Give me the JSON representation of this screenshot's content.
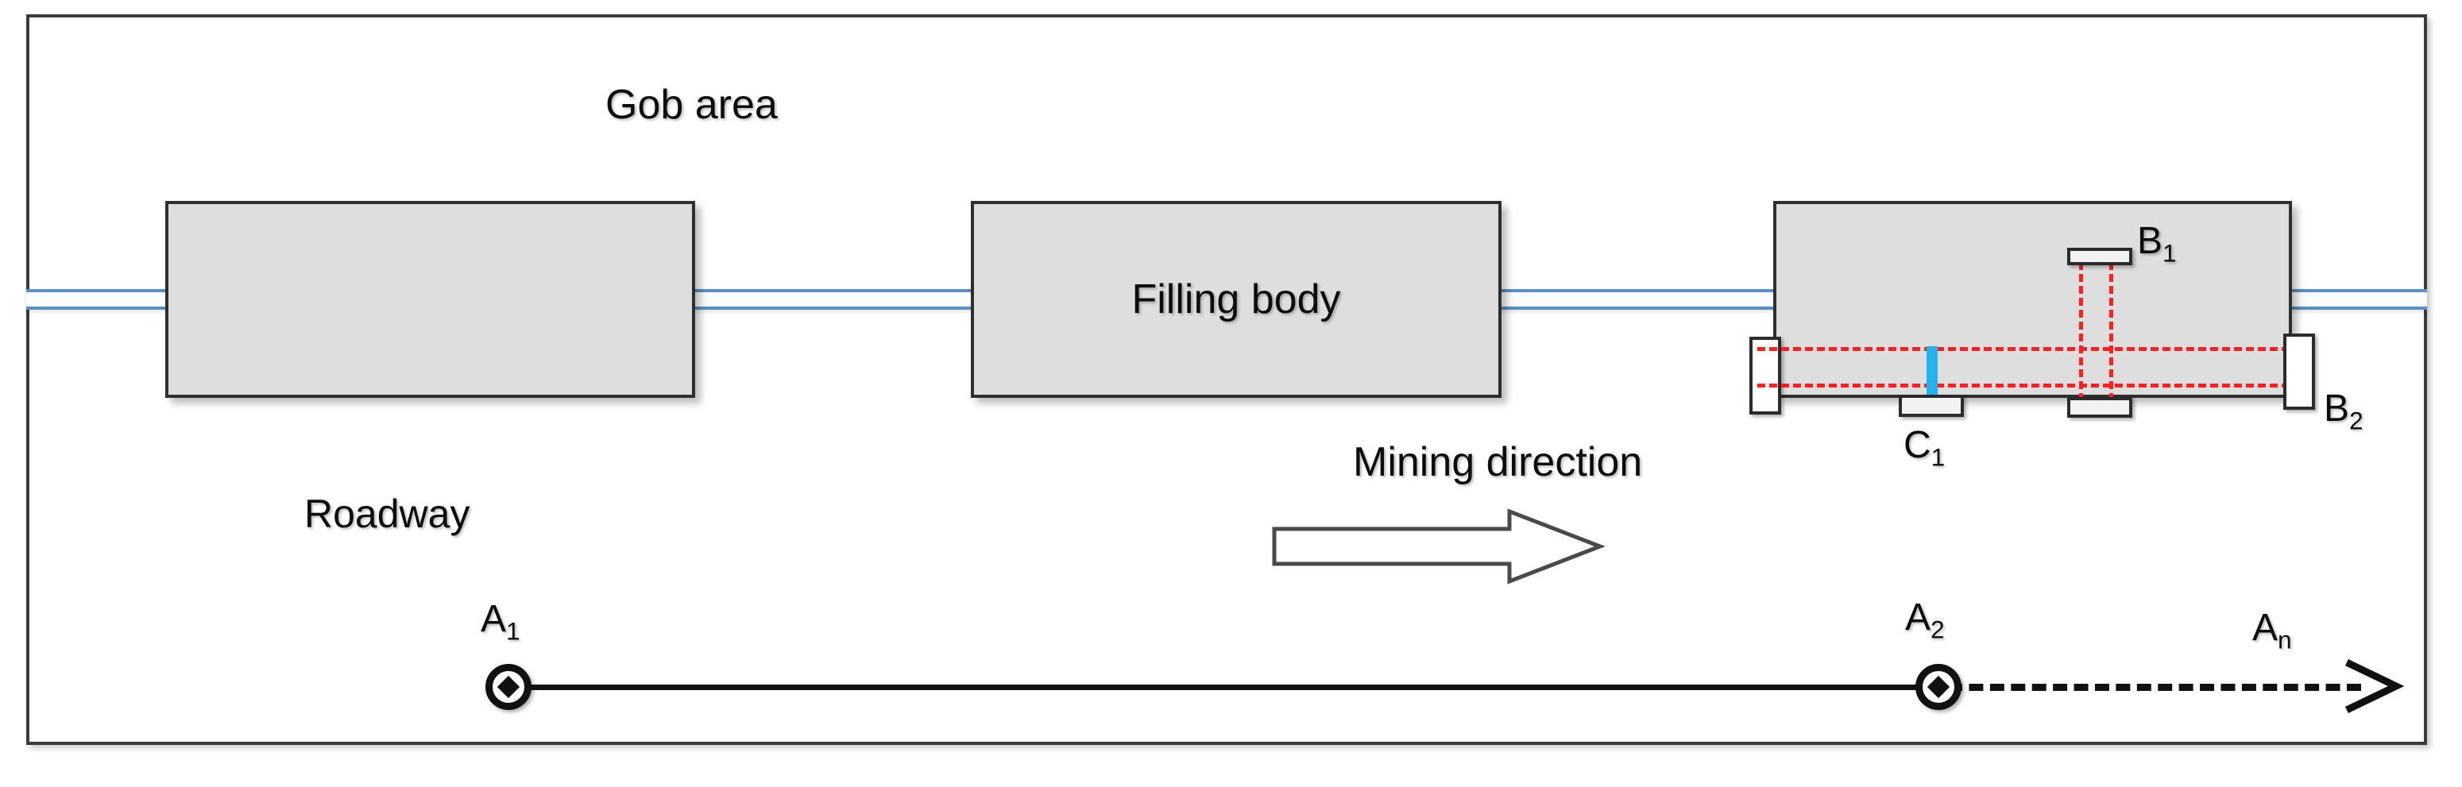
{
  "figure": {
    "type": "mining-layout-schematic",
    "frame": {
      "border_color": "#3b3b3b"
    },
    "colors": {
      "block_fill": "#dedede",
      "block_border": "#2f2f2f",
      "rail_blue": "#5b8fc0",
      "dashed_red": "#fd2020",
      "marker_cyan": "#22b3ee",
      "line_black": "#111111"
    }
  },
  "labels": {
    "gob_area": "Gob area",
    "roadway": "Roadway",
    "mining_direction": "Mining direction"
  },
  "blocks": [
    {
      "name": "gob-block-left",
      "label": ""
    },
    {
      "name": "filling-body-block",
      "label": "Filling body"
    },
    {
      "name": "working-face-block",
      "label": ""
    }
  ],
  "equipment_markers": {
    "b1": {
      "base": "B",
      "sub": "1"
    },
    "b2": {
      "base": "B",
      "sub": "2"
    },
    "c1": {
      "base": "C",
      "sub": "1"
    }
  },
  "survey_points": [
    {
      "base": "A",
      "sub": "1"
    },
    {
      "base": "A",
      "sub": "2"
    },
    {
      "base": "A",
      "sub": "n"
    }
  ]
}
